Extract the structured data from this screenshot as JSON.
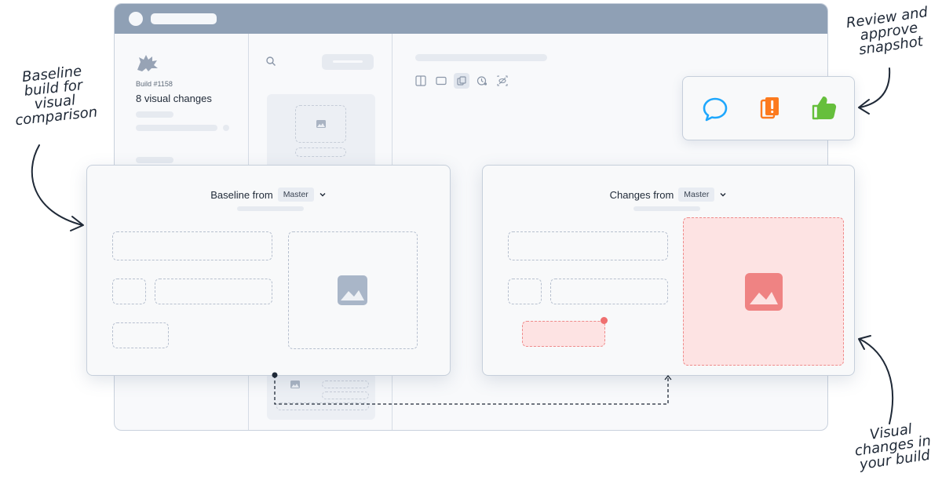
{
  "sidebar": {
    "build_number": "Build #1158",
    "summary": "8 visual changes"
  },
  "baseline": {
    "label": "Baseline from",
    "branch": "Master"
  },
  "changes": {
    "label": "Changes from",
    "branch": "Master"
  },
  "annotations": {
    "left": [
      "Baseline",
      "build for",
      "visual",
      "comparison"
    ],
    "top_right": [
      "Review and",
      "approve",
      "snapshot"
    ],
    "bottom_right": [
      "Visual",
      "changes in",
      "your build"
    ]
  },
  "icons": {
    "review": [
      "comment-icon",
      "flag-icon",
      "thumbs-up-icon"
    ],
    "toolbar": [
      "split-view-icon",
      "single-view-icon",
      "overlay-icon",
      "history-icon",
      "hide-icon"
    ]
  },
  "colors": {
    "comment": "#1ea7fd",
    "flag": "#fc7a1e",
    "approve": "#66bf3c",
    "change": "#ef6f6f"
  }
}
